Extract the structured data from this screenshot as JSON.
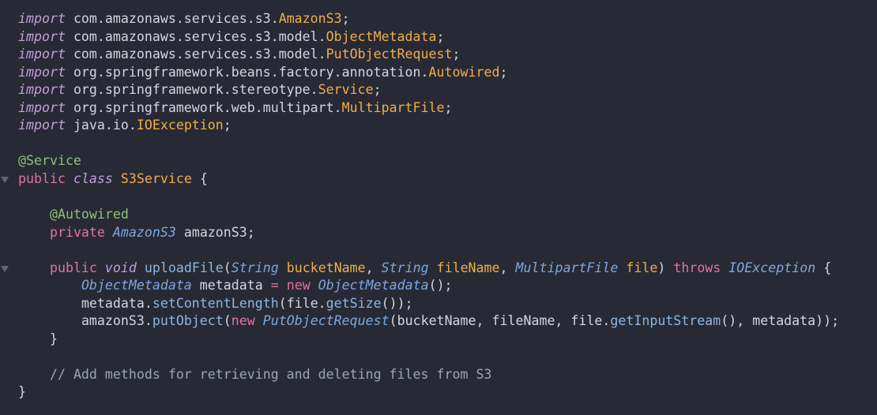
{
  "editor": {
    "language": "Java",
    "colors": {
      "background": "#272a34",
      "keyword_italic": "#c49ddc",
      "keyword": "#e0739e",
      "class_name": "#f0ad4b",
      "annotation": "#8ec07a",
      "type": "#7ca6e3",
      "function": "#8bb6e3",
      "plain": "#d3d6de",
      "comment": "#9da4b1",
      "fold_marker": "#5f6677"
    },
    "fold_markers": [
      {
        "line": 10,
        "icon": "fold-arrow-down-icon"
      },
      {
        "line": 15,
        "icon": "fold-arrow-down-icon"
      }
    ],
    "lines": [
      [
        {
          "t": "kw-it",
          "v": "import"
        },
        {
          "t": "pkg",
          "v": " com.amazonaws.services.s3."
        },
        {
          "t": "cls",
          "v": "AmazonS3"
        },
        {
          "t": "punc",
          "v": ";"
        }
      ],
      [
        {
          "t": "kw-it",
          "v": "import"
        },
        {
          "t": "pkg",
          "v": " com.amazonaws.services.s3.model."
        },
        {
          "t": "cls",
          "v": "ObjectMetadata"
        },
        {
          "t": "punc",
          "v": ";"
        }
      ],
      [
        {
          "t": "kw-it",
          "v": "import"
        },
        {
          "t": "pkg",
          "v": " com.amazonaws.services.s3.model."
        },
        {
          "t": "cls",
          "v": "PutObjectRequest"
        },
        {
          "t": "punc",
          "v": ";"
        }
      ],
      [
        {
          "t": "kw-it",
          "v": "import"
        },
        {
          "t": "pkg",
          "v": " org.springframework.beans.factory.annotation."
        },
        {
          "t": "cls",
          "v": "Autowired"
        },
        {
          "t": "punc",
          "v": ";"
        }
      ],
      [
        {
          "t": "kw-it",
          "v": "import"
        },
        {
          "t": "pkg",
          "v": " org.springframework.stereotype."
        },
        {
          "t": "cls",
          "v": "Service"
        },
        {
          "t": "punc",
          "v": ";"
        }
      ],
      [
        {
          "t": "kw-it",
          "v": "import"
        },
        {
          "t": "pkg",
          "v": " org.springframework.web.multipart."
        },
        {
          "t": "cls",
          "v": "MultipartFile"
        },
        {
          "t": "punc",
          "v": ";"
        }
      ],
      [
        {
          "t": "kw-it",
          "v": "import"
        },
        {
          "t": "pkg",
          "v": " java.io."
        },
        {
          "t": "cls",
          "v": "IOException"
        },
        {
          "t": "punc",
          "v": ";"
        }
      ],
      [],
      [
        {
          "t": "ann",
          "v": "@Service"
        }
      ],
      [
        {
          "t": "kw",
          "v": "public"
        },
        {
          "t": "punc",
          "v": " "
        },
        {
          "t": "kw-it",
          "v": "class"
        },
        {
          "t": "punc",
          "v": " "
        },
        {
          "t": "cls",
          "v": "S3Service"
        },
        {
          "t": "punc",
          "v": " {"
        }
      ],
      [],
      [
        {
          "t": "punc",
          "v": "    "
        },
        {
          "t": "ann",
          "v": "@Autowired"
        }
      ],
      [
        {
          "t": "punc",
          "v": "    "
        },
        {
          "t": "kw",
          "v": "private"
        },
        {
          "t": "punc",
          "v": " "
        },
        {
          "t": "type",
          "v": "AmazonS3"
        },
        {
          "t": "id",
          "v": " amazonS3"
        },
        {
          "t": "punc",
          "v": ";"
        }
      ],
      [],
      [
        {
          "t": "punc",
          "v": "    "
        },
        {
          "t": "kw",
          "v": "public"
        },
        {
          "t": "punc",
          "v": " "
        },
        {
          "t": "kw-it",
          "v": "void"
        },
        {
          "t": "punc",
          "v": " "
        },
        {
          "t": "fn",
          "v": "uploadFile"
        },
        {
          "t": "punc",
          "v": "("
        },
        {
          "t": "type",
          "v": "String"
        },
        {
          "t": "punc",
          "v": " "
        },
        {
          "t": "param",
          "v": "bucketName"
        },
        {
          "t": "punc",
          "v": ", "
        },
        {
          "t": "type",
          "v": "String"
        },
        {
          "t": "punc",
          "v": " "
        },
        {
          "t": "param",
          "v": "fileName"
        },
        {
          "t": "punc",
          "v": ", "
        },
        {
          "t": "type",
          "v": "MultipartFile"
        },
        {
          "t": "punc",
          "v": " "
        },
        {
          "t": "param",
          "v": "file"
        },
        {
          "t": "punc",
          "v": ") "
        },
        {
          "t": "kw",
          "v": "throws"
        },
        {
          "t": "punc",
          "v": " "
        },
        {
          "t": "type",
          "v": "IOException"
        },
        {
          "t": "punc",
          "v": " {"
        }
      ],
      [
        {
          "t": "punc",
          "v": "        "
        },
        {
          "t": "type",
          "v": "ObjectMetadata"
        },
        {
          "t": "id",
          "v": " metadata "
        },
        {
          "t": "kw",
          "v": "="
        },
        {
          "t": "punc",
          "v": " "
        },
        {
          "t": "kw",
          "v": "new"
        },
        {
          "t": "punc",
          "v": " "
        },
        {
          "t": "type",
          "v": "ObjectMetadata"
        },
        {
          "t": "punc",
          "v": "();"
        }
      ],
      [
        {
          "t": "punc",
          "v": "        "
        },
        {
          "t": "id",
          "v": "metadata."
        },
        {
          "t": "fn",
          "v": "setContentLength"
        },
        {
          "t": "punc",
          "v": "("
        },
        {
          "t": "id",
          "v": "file."
        },
        {
          "t": "fn",
          "v": "getSize"
        },
        {
          "t": "punc",
          "v": "());"
        }
      ],
      [
        {
          "t": "punc",
          "v": "        "
        },
        {
          "t": "id",
          "v": "amazonS3."
        },
        {
          "t": "fn",
          "v": "putObject"
        },
        {
          "t": "punc",
          "v": "("
        },
        {
          "t": "kw",
          "v": "new"
        },
        {
          "t": "punc",
          "v": " "
        },
        {
          "t": "type",
          "v": "PutObjectRequest"
        },
        {
          "t": "punc",
          "v": "("
        },
        {
          "t": "id",
          "v": "bucketName, fileName, file."
        },
        {
          "t": "fn",
          "v": "getInputStream"
        },
        {
          "t": "punc",
          "v": "(), "
        },
        {
          "t": "id",
          "v": "metadata"
        },
        {
          "t": "punc",
          "v": "));"
        }
      ],
      [
        {
          "t": "punc",
          "v": "    }"
        }
      ],
      [],
      [
        {
          "t": "punc",
          "v": "    "
        },
        {
          "t": "com",
          "v": "// Add methods for retrieving and deleting files from S3"
        }
      ],
      [
        {
          "t": "punc",
          "v": "}"
        }
      ]
    ]
  }
}
